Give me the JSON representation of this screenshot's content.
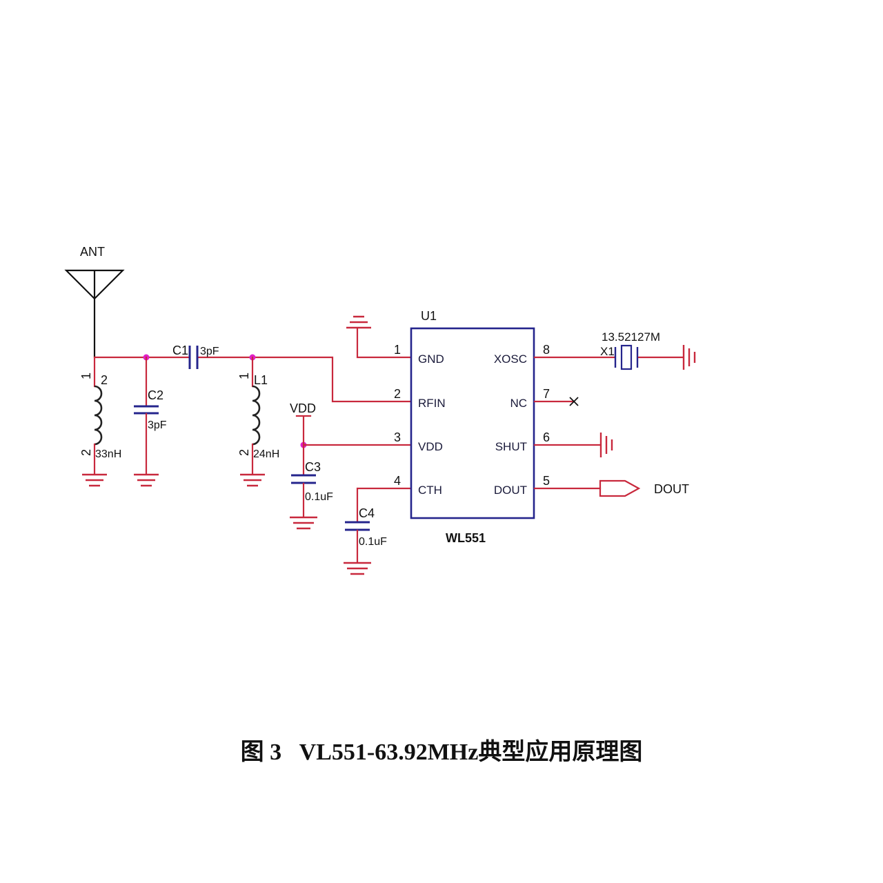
{
  "antenna": {
    "label": "ANT"
  },
  "ic": {
    "ref": "U1",
    "part": "WL551",
    "pins": [
      {
        "num": "1",
        "name": "GND"
      },
      {
        "num": "2",
        "name": "RFIN"
      },
      {
        "num": "3",
        "name": "VDD"
      },
      {
        "num": "4",
        "name": "CTH"
      },
      {
        "num": "8",
        "name": "XOSC"
      },
      {
        "num": "7",
        "name": "NC"
      },
      {
        "num": "6",
        "name": "SHUT"
      },
      {
        "num": "5",
        "name": "DOUT"
      }
    ]
  },
  "components": {
    "c1": {
      "ref": "C1",
      "value": "3pF"
    },
    "c2": {
      "ref": "C2",
      "value": "3pF"
    },
    "c3": {
      "ref": "C3",
      "value": "0.1uF"
    },
    "c4": {
      "ref": "C4",
      "value": "0.1uF"
    },
    "l1": {
      "ref": "L1",
      "value": "24nH",
      "pin1": "1",
      "pin2": "2"
    },
    "l2": {
      "ref": "2",
      "value": "33nH",
      "pin1": "1",
      "pin2": "2"
    },
    "x1": {
      "ref": "X1",
      "value": "13.52127M"
    }
  },
  "nets": {
    "vdd": "VDD",
    "dout": "DOUT"
  },
  "caption": {
    "figure": "图 3",
    "title": "VL551-63.92MHz典型应用原理图"
  },
  "colors": {
    "wire": "#c8283c",
    "component": "#24248c",
    "junction": "#e020c8"
  }
}
